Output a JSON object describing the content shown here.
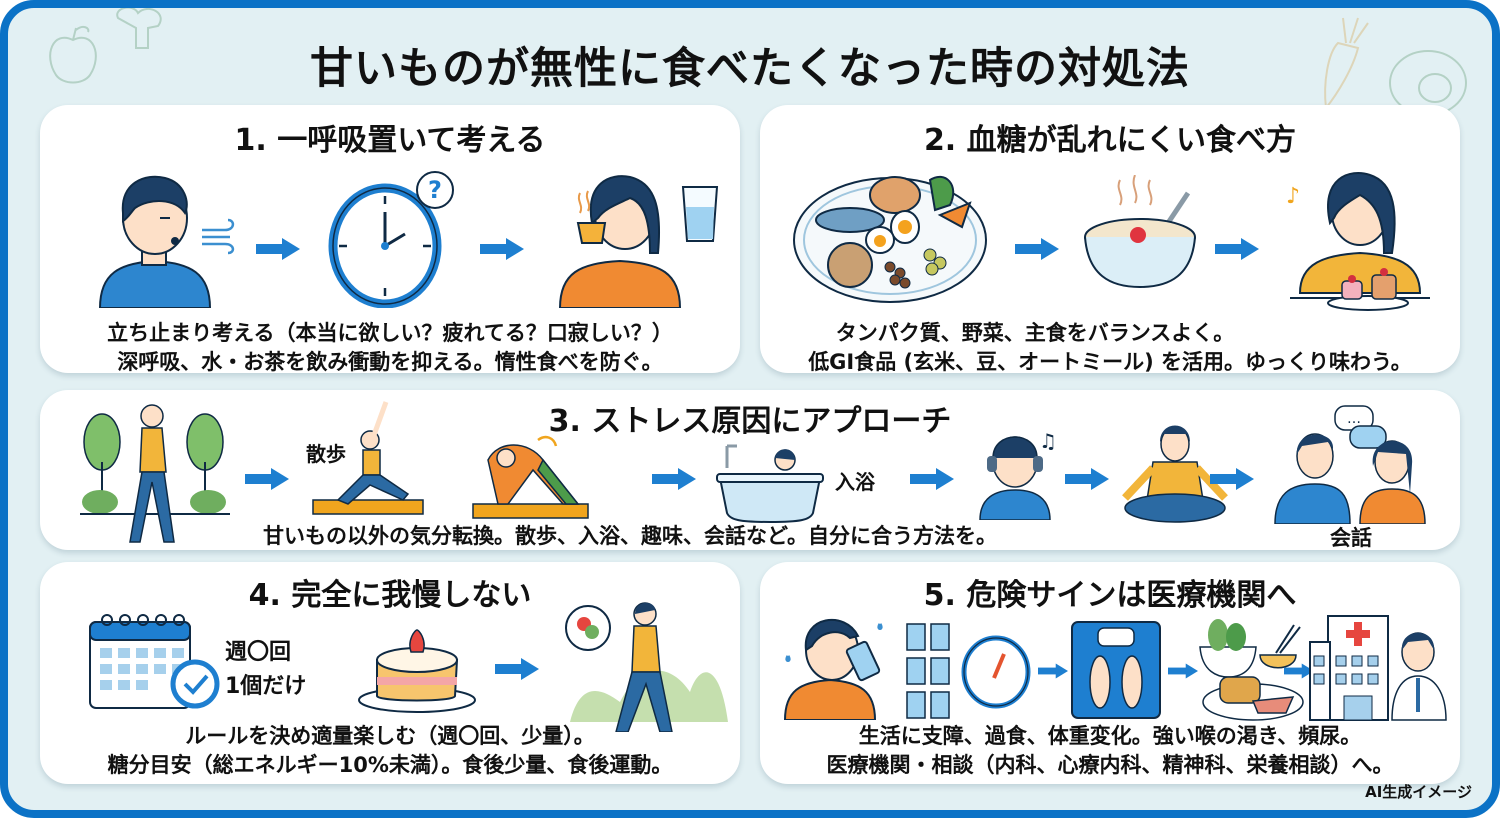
{
  "title": "甘いものが無性に食べたくなった時の対処法",
  "colors": {
    "frame_border": "#0b72c6",
    "background": "#e2f0f3",
    "panel": "#ffffff",
    "arrow": "#1e7fd0",
    "shirt_blue": "#2d86cf",
    "shirt_orange": "#f08a32",
    "shirt_yellow": "#f2b53a",
    "hair": "#1c3f66"
  },
  "panels": [
    {
      "title": "1. 一呼吸置いて考える",
      "text_lines": [
        "立ち止まり考える（本当に欲しい？疲れてる？口寂しい？）",
        "深呼吸、水・お茶を飲み衝動を抑える。惰性食べを防ぐ。"
      ],
      "illustrations": [
        "person-exhaling",
        "clock-with-question",
        "person-drinking-tea-with-water-glass"
      ]
    },
    {
      "title": "2. 血糖が乱れにくい食べ方",
      "text_lines": [
        "タンパク質、野菜、主食をバランスよく。",
        "低GI食品 (玄米、豆、オートミール) を活用。ゆっくり味わう。"
      ],
      "illustrations": [
        "balanced-meal-plate",
        "oatmeal-bowl",
        "person-savoring-sweets"
      ]
    },
    {
      "title": "3. ストレス原因にアプローチ",
      "text_lines": [
        "甘いもの以外の気分転換。散歩、入浴、趣味、会話など。自分に合う方法を。"
      ],
      "labels": {
        "walk": "散歩",
        "bath": "入浴",
        "talk": "会話"
      },
      "illustrations": [
        "person-walking-trees",
        "yoga-pose",
        "stretching-pose",
        "bathtub",
        "person-headphones",
        "meditation",
        "conversation"
      ]
    },
    {
      "title": "4. 完全に我慢しない",
      "text_lines": [
        "ルールを決め適量楽しむ（週〇回、少量）。",
        "糖分目安（総エネルギー10%未満）。食後少量、食後運動。"
      ],
      "labels": {
        "rule_line1": "週〇回",
        "rule_line2": "1個だけ"
      },
      "illustrations": [
        "calendar-with-check",
        "strawberry-cake",
        "person-walking-after-meal"
      ]
    },
    {
      "title": "5. 危険サインは医療機関へ",
      "text_lines": [
        "生活に支障、過食、体重変化。強い喉の渇き、頻尿。",
        "医療機関・相談（内科、心療内科、精神科、栄養相談）へ。"
      ],
      "illustrations": [
        "person-drinking-water",
        "water-glasses",
        "gauge",
        "bathroom-scale",
        "overeating-food",
        "hospital-with-doctor"
      ]
    }
  ],
  "footer": {
    "ai_label": "AI生成イメージ"
  }
}
